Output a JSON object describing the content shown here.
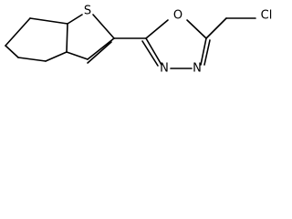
{
  "molecule": {
    "atoms": {
      "sulfur": "S",
      "oxygen": "O",
      "nitrogen_left": "N",
      "nitrogen_right": "N",
      "chlorine": "Cl"
    }
  }
}
